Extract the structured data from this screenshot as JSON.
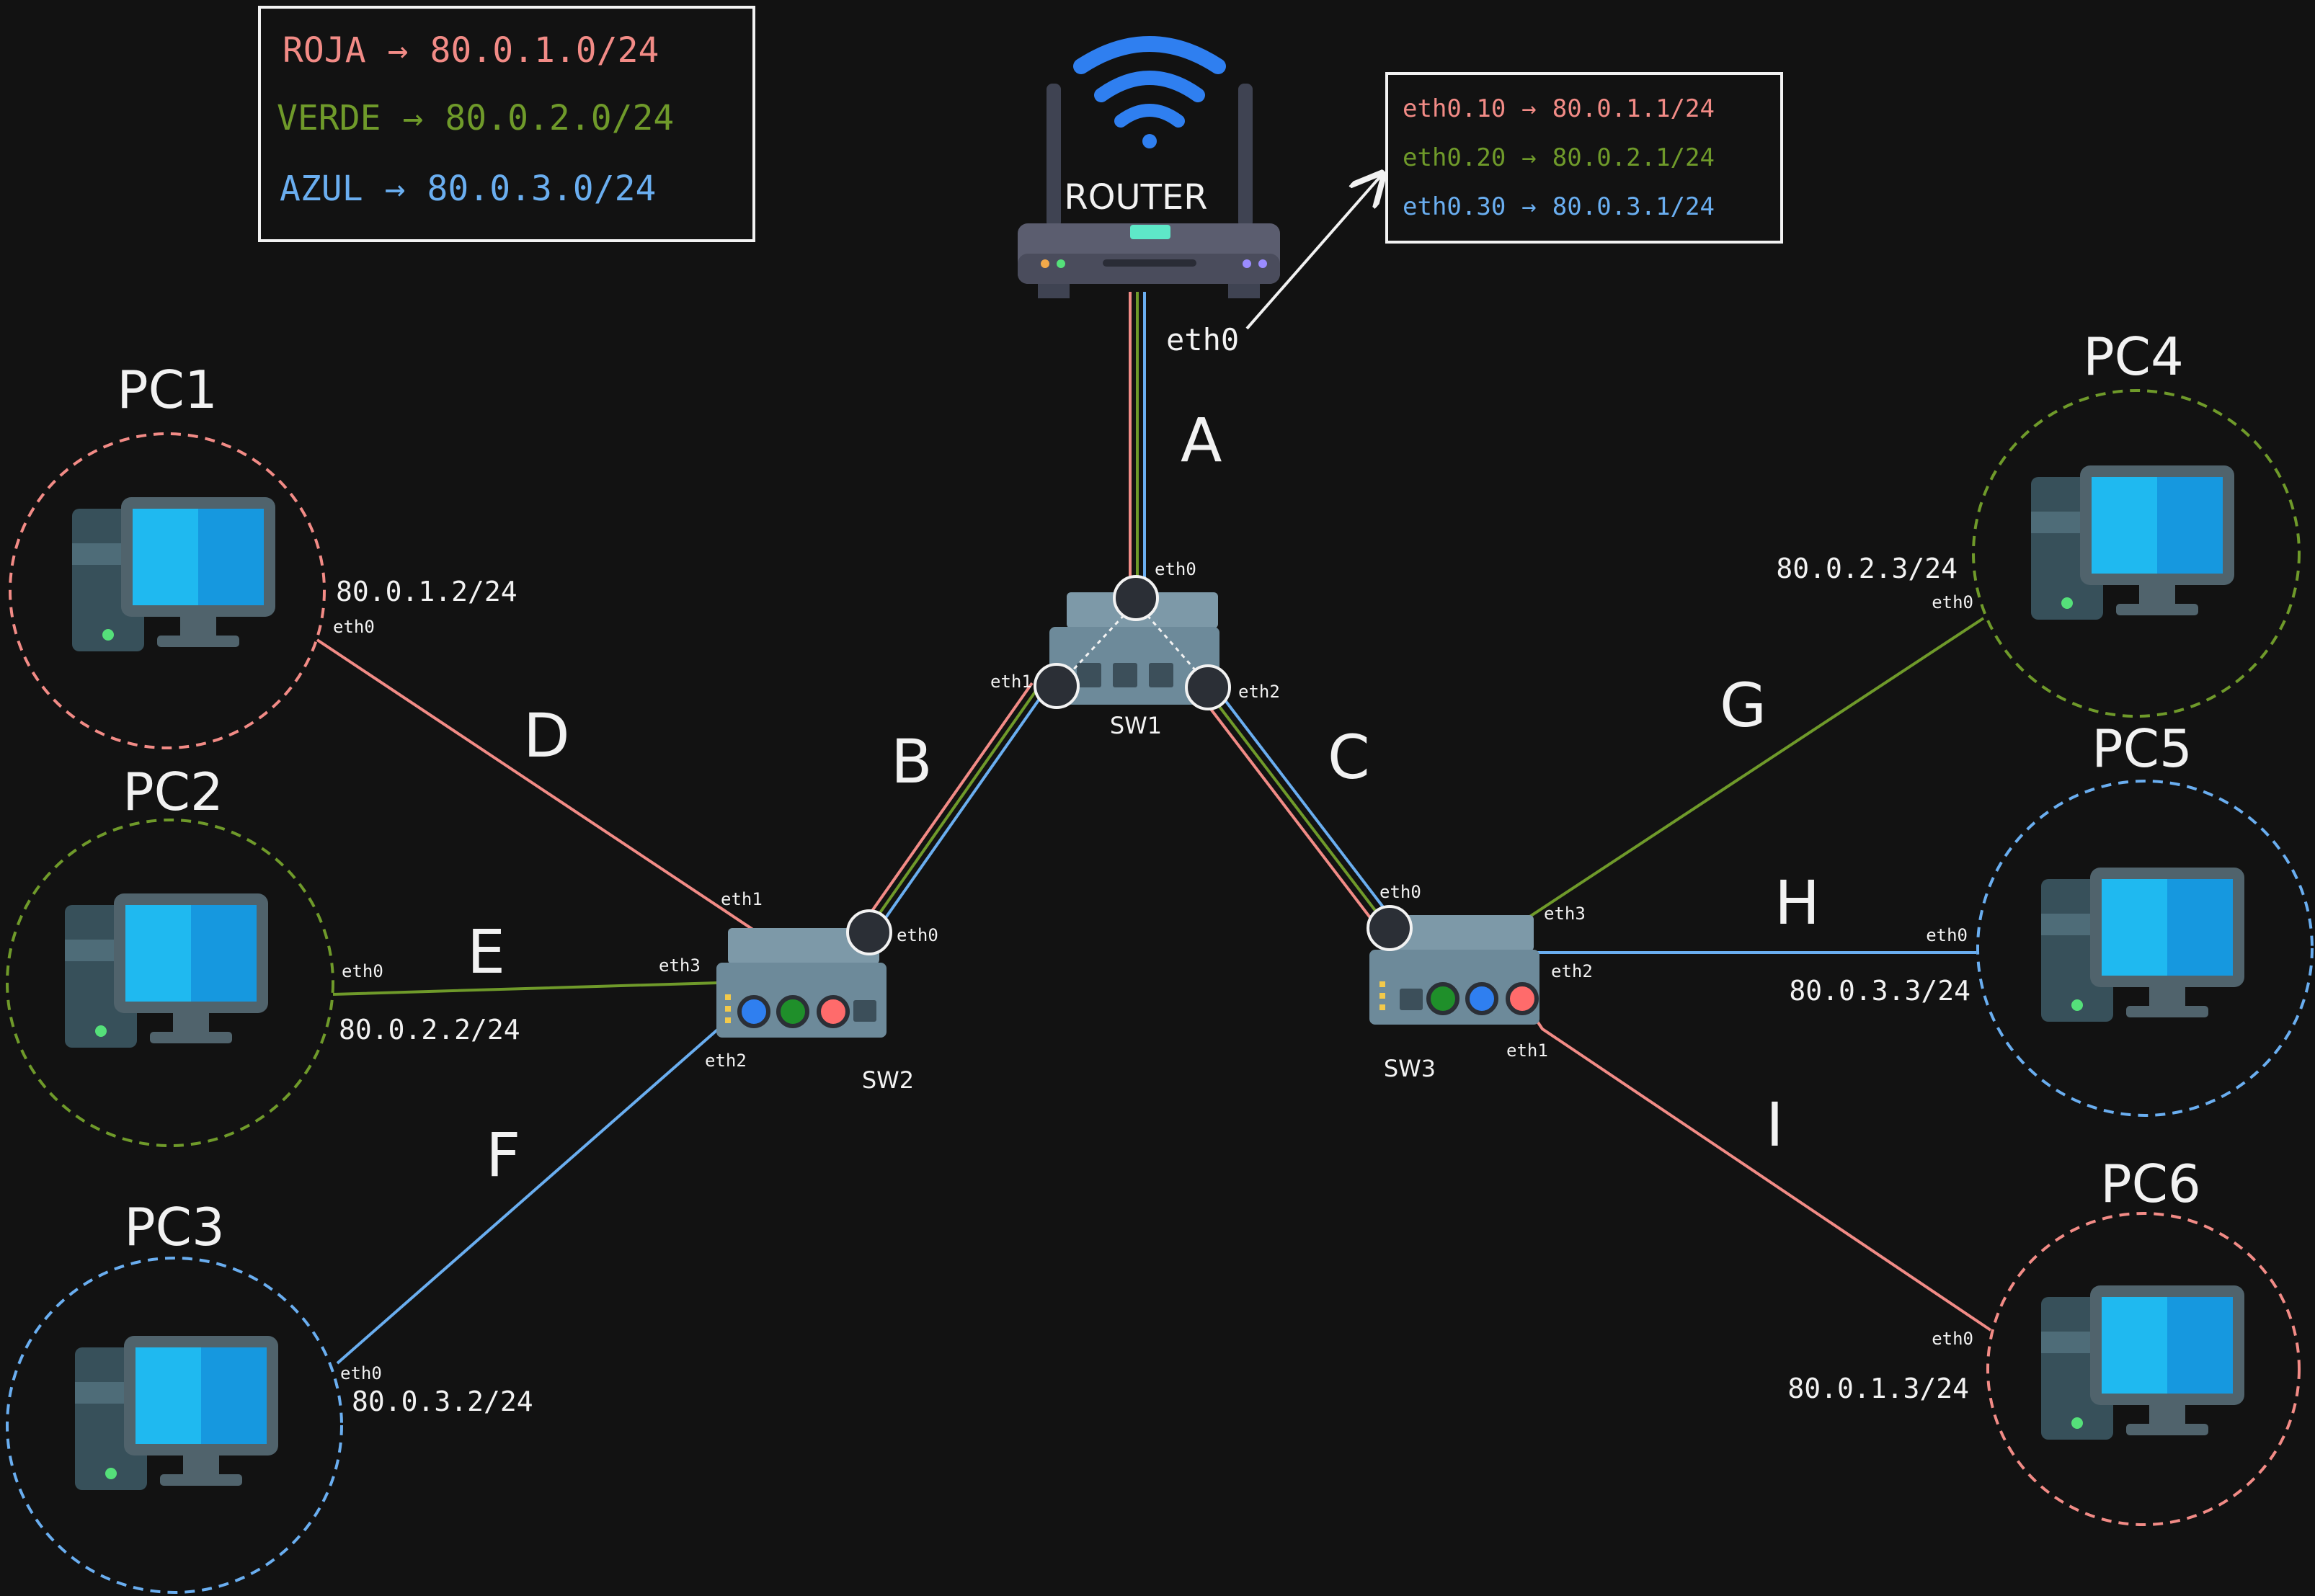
{
  "colors": {
    "background": "#121212",
    "roja": "#f28b86",
    "verde": "#6f9a2a",
    "azul": "#6aaef0",
    "white": "#f2f2f2",
    "device_body": "#6d8a9a",
    "device_dark": "#546f7e",
    "port_ring": "#2b2f36",
    "router_body": "#5b5d6f",
    "wifi": "#2f7ff0",
    "screen": "#1aa7e8",
    "tower": "#37505a"
  },
  "legend": {
    "rows": [
      {
        "name": "ROJA",
        "arrow": "→",
        "net": "80.0.1.0/24",
        "color": "roja"
      },
      {
        "name": "VERDE",
        "arrow": "→",
        "net": "80.0.2.0/24",
        "color": "verde"
      },
      {
        "name": "AZUL",
        "arrow": "→",
        "net": "80.0.3.0/24",
        "color": "azul"
      }
    ]
  },
  "router_info": {
    "rows": [
      {
        "iface": "eth0.10",
        "arrow": "→",
        "ip": "80.0.1.1/24",
        "color": "roja"
      },
      {
        "iface": "eth0.20",
        "arrow": "→",
        "ip": "80.0.2.1/24",
        "color": "verde"
      },
      {
        "iface": "eth0.30",
        "arrow": "→",
        "ip": "80.0.3.1/24",
        "color": "azul"
      }
    ]
  },
  "router": {
    "label": "ROUTER",
    "port": "eth0"
  },
  "switches": {
    "sw1": {
      "label": "SW1",
      "ports": {
        "eth0": "eth0",
        "eth1": "eth1",
        "eth2": "eth2"
      }
    },
    "sw2": {
      "label": "SW2",
      "ports": {
        "eth0": "eth0",
        "eth1": "eth1",
        "eth2": "eth2",
        "eth3": "eth3"
      }
    },
    "sw3": {
      "label": "SW3",
      "ports": {
        "eth0": "eth0",
        "eth1": "eth1",
        "eth2": "eth2",
        "eth3": "eth3"
      }
    }
  },
  "links": {
    "A": "A",
    "B": "B",
    "C": "C",
    "D": "D",
    "E": "E",
    "F": "F",
    "G": "G",
    "H": "H",
    "I": "I"
  },
  "pcs": [
    {
      "name": "PC1",
      "ip": "80.0.1.2/24",
      "port": "eth0",
      "vlan": "roja"
    },
    {
      "name": "PC2",
      "ip": "80.0.2.2/24",
      "port": "eth0",
      "vlan": "verde"
    },
    {
      "name": "PC3",
      "ip": "80.0.3.2/24",
      "port": "eth0",
      "vlan": "azul"
    },
    {
      "name": "PC4",
      "ip": "80.0.2.3/24",
      "port": "eth0",
      "vlan": "verde"
    },
    {
      "name": "PC5",
      "ip": "80.0.3.3/24",
      "port": "eth0",
      "vlan": "azul"
    },
    {
      "name": "PC6",
      "ip": "80.0.1.3/24",
      "port": "eth0",
      "vlan": "roja"
    }
  ]
}
